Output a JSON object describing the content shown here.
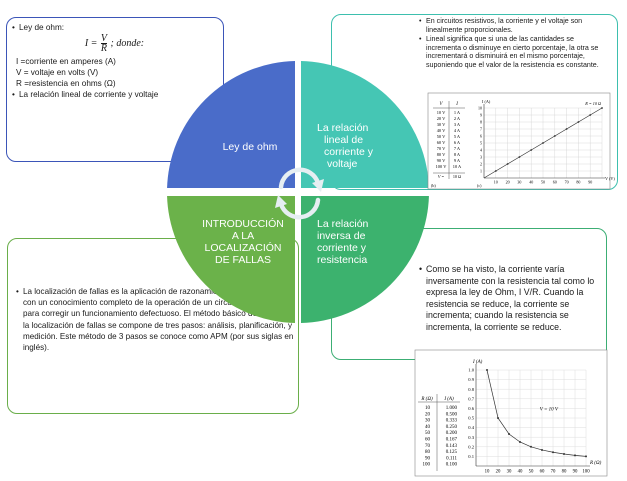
{
  "colors": {
    "blue": "#4a6cc9",
    "teal": "#45c6b4",
    "green_left": "#6bb24a",
    "green_right": "#3cb26e",
    "arrow": "#e6eef2"
  },
  "quadrants": {
    "tl": "Ley de ohm",
    "tr": [
      "La relación",
      "lineal de",
      "corriente y",
      "voltaje"
    ],
    "bl": [
      "INTRODUCCIÓN",
      "A LA",
      "LOCALIZACIÓN",
      "DE FALLAS"
    ],
    "br": [
      "La relación",
      "inversa de",
      "corriente y",
      "resistencia"
    ]
  },
  "box_tl": {
    "title": "Ley de ohm:",
    "formula_lhs": "I =",
    "formula_num": "V",
    "formula_den": "R",
    "formula_rest": "; donde:",
    "defs": [
      "I =corriente en amperes (A)",
      "V = voltaje en volts (V)",
      "R =resistencia en ohms (Ω)"
    ],
    "last": "La relación lineal de corriente y voltaje"
  },
  "box_tr": {
    "bullets": [
      "En circuitos resistivos, la corriente y el voltaje son linealmente proporcionales.",
      "Lineal significa que si una de las cantidades se incrementa o disminuye en cierto porcentaje, la otra se incrementará o disminuirá en el mismo porcentaje, suponiendo que el valor de la resistencia es constante."
    ]
  },
  "box_bl": {
    "text": "La localización de fallas es la aplicación de razonamiento lógico combinado con un conocimiento completo de la operación de un circuito o sistema para corregir un funcionamiento defectuoso. El método básico de abordar la localización de fallas se compone de tres pasos: análisis, planificación, y medición. Este método de 3 pasos se conoce como APM (por sus siglas en inglés)."
  },
  "box_br": {
    "text": "Como se ha visto, la corriente varía inversamente con la resistencia tal como lo expresa la ley de Ohm, I  V/R. Cuando la resistencia se reduce, la corriente se incrementa; cuando la resistencia se incrementa, la corriente se reduce."
  },
  "chart_data": [
    {
      "type": "line",
      "title": "",
      "xlabel": "V (V)",
      "ylabel": "I (A)",
      "legend": "R = 10 Ω",
      "xlim": [
        0,
        100
      ],
      "ylim": [
        0,
        10
      ],
      "x": [
        0,
        10,
        20,
        30,
        40,
        50,
        60,
        70,
        80,
        90,
        100
      ],
      "y": [
        0,
        1,
        2,
        3,
        4,
        5,
        6,
        7,
        8,
        9,
        10
      ],
      "table": {
        "headers": [
          "V",
          "I"
        ],
        "rows": [
          [
            "10 V",
            "1 A"
          ],
          [
            "20 V",
            "2 A"
          ],
          [
            "30 V",
            "3 A"
          ],
          [
            "40 V",
            "4 A"
          ],
          [
            "50 V",
            "5 A"
          ],
          [
            "60 V",
            "6 A"
          ],
          [
            "70 V",
            "7 A"
          ],
          [
            "80 V",
            "8 A"
          ],
          [
            "90 V",
            "9 A"
          ],
          [
            "100 V",
            "10 A"
          ]
        ],
        "footer": [
          "V =",
          "10 Ω"
        ]
      },
      "sub_labels": [
        "(b)",
        "(c)"
      ]
    },
    {
      "type": "line",
      "title": "",
      "xlabel": "R (Ω)",
      "ylabel": "I (A)",
      "annotation": "V = 10 V",
      "xlim": [
        0,
        100
      ],
      "ylim": [
        0,
        1.0
      ],
      "x": [
        10,
        20,
        30,
        40,
        50,
        60,
        70,
        80,
        90,
        100
      ],
      "y": [
        1.0,
        0.5,
        0.333,
        0.25,
        0.2,
        0.167,
        0.143,
        0.125,
        0.111,
        0.1
      ],
      "table": {
        "headers": [
          "R (Ω)",
          "I (A)"
        ],
        "rows": [
          [
            "10",
            "1.000"
          ],
          [
            "20",
            "0.500"
          ],
          [
            "30",
            "0.333"
          ],
          [
            "40",
            "0.250"
          ],
          [
            "50",
            "0.200"
          ],
          [
            "60",
            "0.167"
          ],
          [
            "70",
            "0.143"
          ],
          [
            "80",
            "0.125"
          ],
          [
            "90",
            "0.111"
          ],
          [
            "100",
            "0.100"
          ]
        ]
      }
    }
  ]
}
